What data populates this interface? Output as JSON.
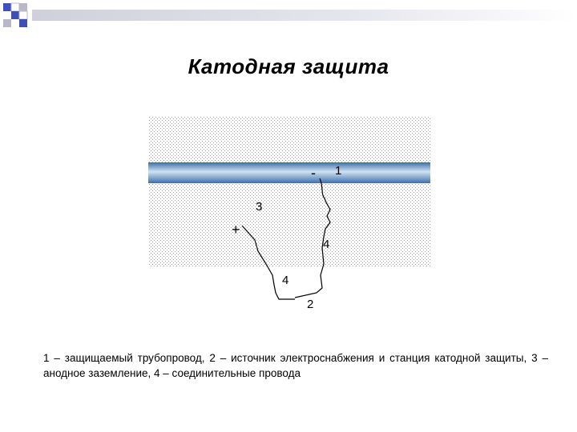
{
  "title": "Катодная защита",
  "diagram": {
    "labels": {
      "pipe": "1",
      "source": "2",
      "anode": "3",
      "wire_a": "4",
      "wire_b": "4",
      "minus": "-",
      "plus": "+"
    }
  },
  "caption": "1 – защищаемый трубопровод, 2 – источник электроснабжения и станция катодной защиты, 3 – анодное заземление, 4 – соединительные провода",
  "colors": {
    "pipe_dark": "#3e6fa6",
    "pipe_light": "#cfe3f5",
    "soil_dots": "#9a9a9a",
    "deco_blue": "#3f4fb8",
    "deco_gray": "#b8b8c8"
  }
}
